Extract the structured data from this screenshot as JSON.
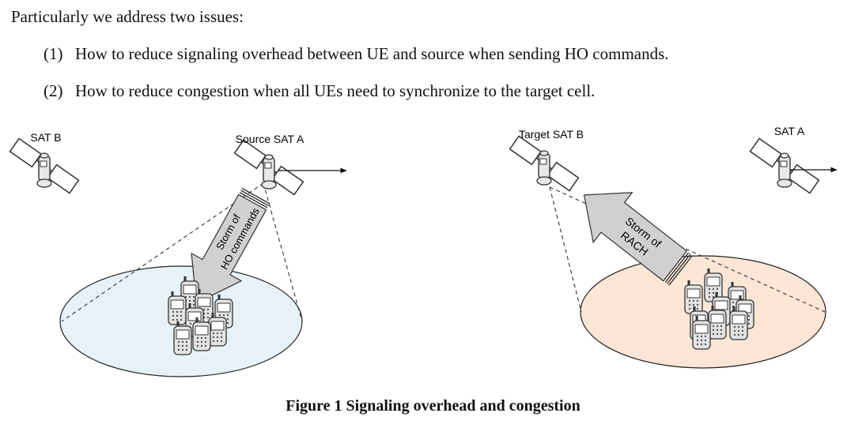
{
  "intro": "Particularly we address two issues:",
  "issues": [
    {
      "num": "(1)",
      "text": "How to reduce signaling overhead between UE and source when sending HO commands."
    },
    {
      "num": "(2)",
      "text": "How to reduce congestion when all UEs need to synchronize to the target cell."
    }
  ],
  "left_panel": {
    "sat_b_label": "SAT B",
    "source_label": "Source SAT A",
    "arrow_line1": "Storm of",
    "arrow_line2": "HO commands",
    "cell_color": "#e6f2f7"
  },
  "right_panel": {
    "target_label": "Target SAT B",
    "sat_a_label": "SAT A",
    "arrow_line1": "Storm of",
    "arrow_line2": "RACH",
    "cell_color": "#fde6d6"
  },
  "caption": "Figure 1 Signaling overhead and congestion"
}
